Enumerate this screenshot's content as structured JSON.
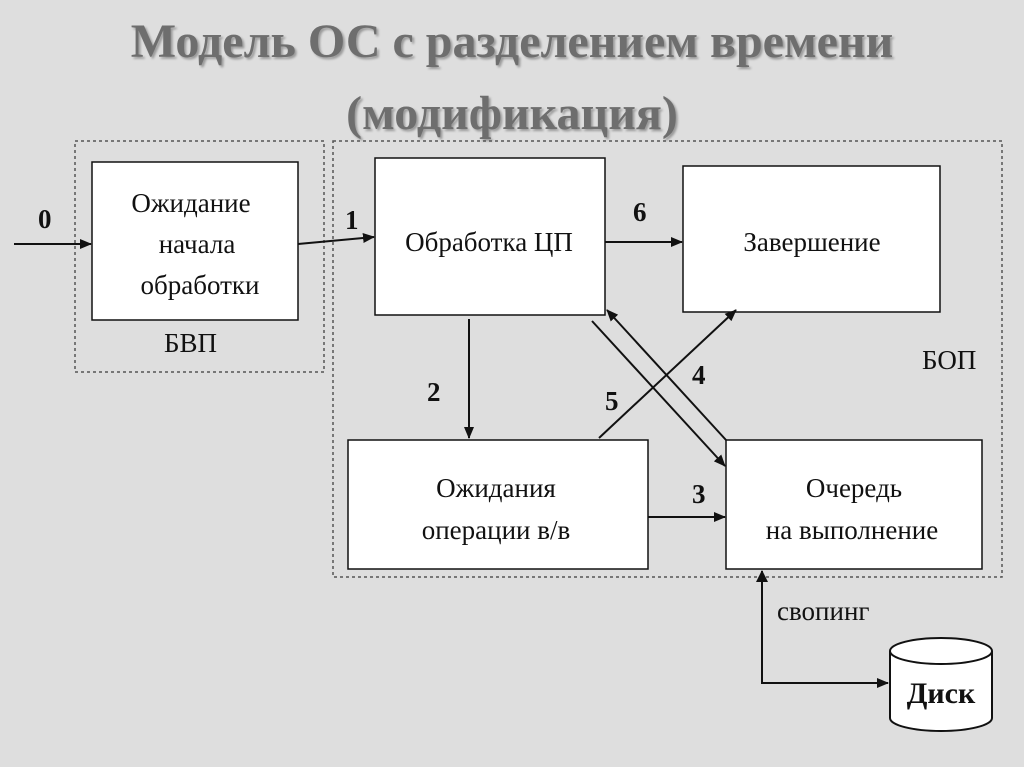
{
  "title": {
    "line1": "Модель ОС с разделением времени",
    "line2": "(модификация)"
  },
  "boxes": {
    "wait_start": [
      "Ожидание",
      "начала",
      "обработки"
    ],
    "cpu": [
      "Обработка ЦП"
    ],
    "finish": [
      "Завершение"
    ],
    "io_wait": [
      "Ожидания",
      "операции в/в"
    ],
    "queue": [
      "Очередь",
      "на выполнение"
    ],
    "disk": "Диск"
  },
  "groups": {
    "bvp": "БВП",
    "bop": "БОП"
  },
  "edges": {
    "e0": "0",
    "e1": "1",
    "e2": "2",
    "e3": "3",
    "e4": "4",
    "e5": "5",
    "e6": "6",
    "swap": "свопинг"
  },
  "colors": {
    "background": "#dedede",
    "title": "#6e6e6e",
    "box_fill": "#ffffff",
    "stroke": "#111111"
  }
}
